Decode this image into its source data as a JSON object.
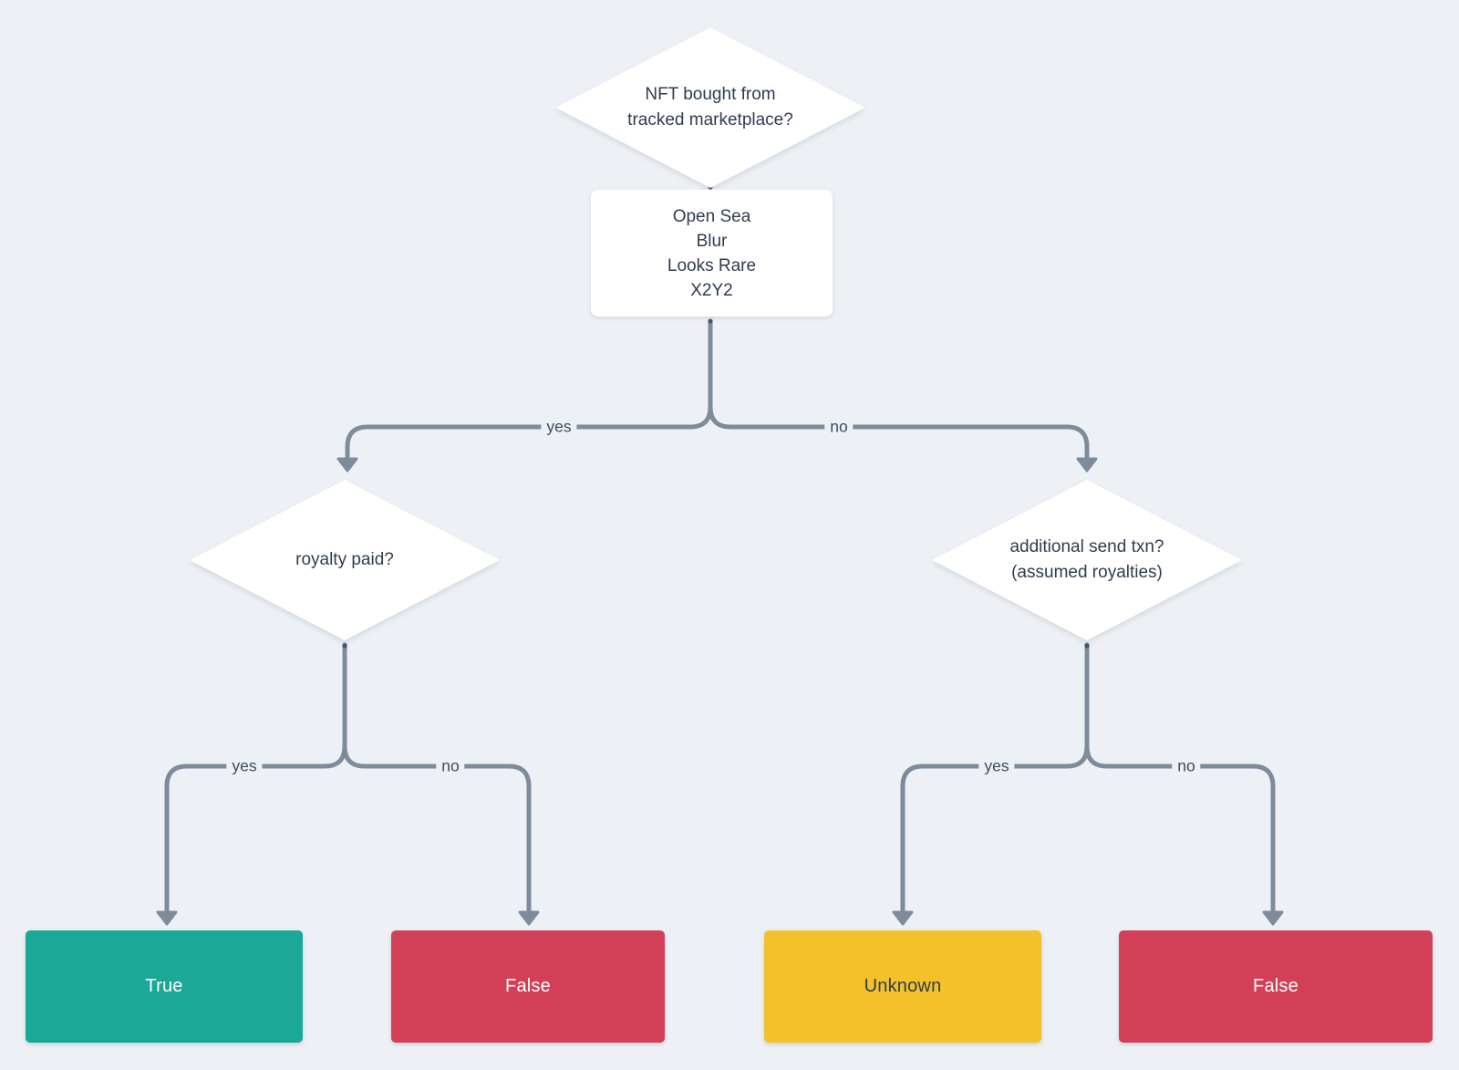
{
  "flowchart": {
    "colors": {
      "background": "#edf1f5",
      "connector": "#7d8b9b",
      "connector_dot": "#46566a",
      "node_fill": "#ffffff",
      "node_text": "#2e3d4f",
      "edge_label_text": "#3c4c5e"
    },
    "root": {
      "lines": [
        "NFT bought from",
        "tracked marketplace?"
      ]
    },
    "marketplaces": {
      "items": [
        "Open Sea",
        "Blur",
        "Looks Rare",
        "X2Y2"
      ]
    },
    "royalty": {
      "lines": [
        "royalty paid?"
      ]
    },
    "send_txn": {
      "lines": [
        "additional send txn?",
        "(assumed royalties)"
      ]
    },
    "edges": {
      "root_yes": "yes",
      "root_no": "no",
      "royalty_yes": "yes",
      "royalty_no": "no",
      "send_yes": "yes",
      "send_no": "no"
    },
    "results": {
      "true": {
        "label": "True",
        "bg": "#1ba896",
        "fg": "#ffffff"
      },
      "false_left": {
        "label": "False",
        "bg": "#d23f57",
        "fg": "#ffffff"
      },
      "unknown": {
        "label": "Unknown",
        "bg": "#f5c12b",
        "fg": "#2e3d4f"
      },
      "false_right": {
        "label": "False",
        "bg": "#d23f57",
        "fg": "#ffffff"
      }
    }
  }
}
